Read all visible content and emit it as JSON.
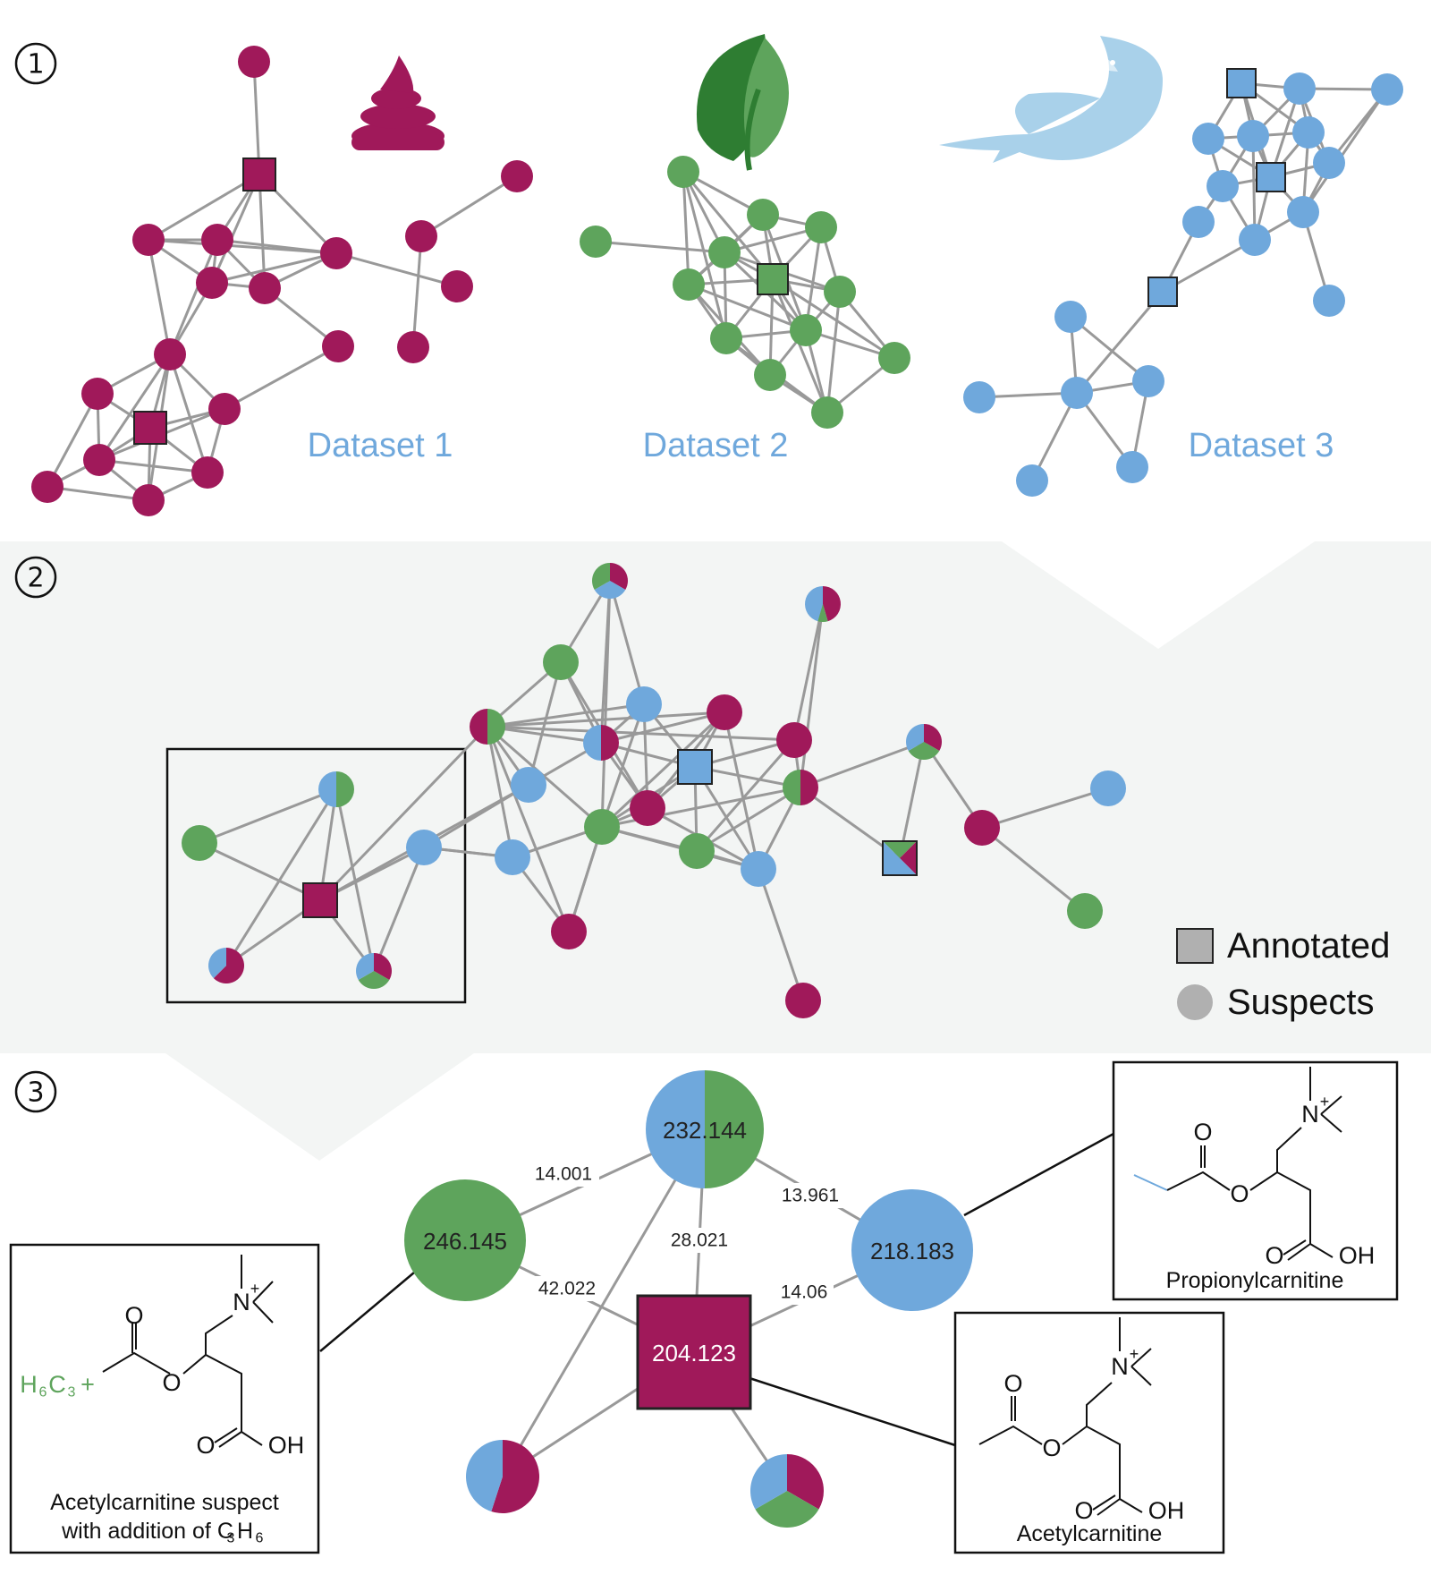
{
  "colors": {
    "magenta": "#a0195a",
    "green": "#5ea45c",
    "blue": "#6fa8dc",
    "edge": "#999999",
    "panel_bg": "#f3f5f4",
    "legend_gray": "#b0b0b0"
  },
  "steps": [
    "1",
    "2",
    "3"
  ],
  "datasets": [
    "Dataset 1",
    "Dataset 2",
    "Dataset 3"
  ],
  "icons": [
    "poop-icon",
    "leaf-icon",
    "fish-icon"
  ],
  "legend": {
    "annotated": "Annotated",
    "suspects": "Suspects"
  },
  "panel3": {
    "nodes": {
      "n232": "232.144",
      "n246": "246.145",
      "n218": "218.183",
      "n204": "204.123"
    },
    "edges": {
      "e1": "14.001",
      "e2": "13.961",
      "e3": "28.021",
      "e4": "42.022",
      "e5": "14.06"
    },
    "structures": {
      "suspect": {
        "caption_line1": "Acetylcarnitine suspect",
        "caption_line2": "with addition of C",
        "caption_sub1": "3",
        "caption_mid": "H",
        "caption_sub2": "6",
        "group": "H",
        "group_sub1": "6",
        "group_c": "C",
        "group_sub2": "3",
        "group_plus": "+"
      },
      "propionyl": {
        "caption": "Propionylcarnitine"
      },
      "acetyl": {
        "caption": "Acetylcarnitine"
      },
      "atoms": {
        "N": "N",
        "plus": "+",
        "O": "O",
        "OH": "OH"
      }
    }
  }
}
